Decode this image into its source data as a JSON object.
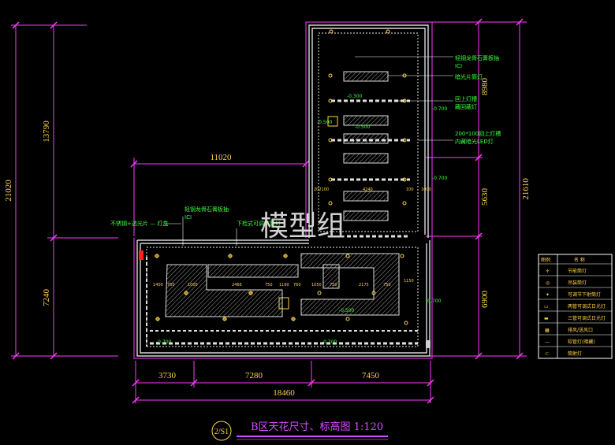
{
  "watermark": "模型组",
  "title": "B区天花尺寸、标高图 1:120",
  "sheet_no": "2/S1",
  "dimensions": {
    "left_total": "21020",
    "left_upper": "13790",
    "left_lower": "7240",
    "top_width": "11020",
    "right_total": "21610",
    "right_a": "8980",
    "right_b": "5630",
    "right_c": "6900",
    "bottom_a": "3730",
    "bottom_b": "7280",
    "bottom_c": "7450",
    "bottom_total": "18460"
  },
  "annotations": {
    "a1": "轻钢龙骨石膏板抽",
    "a1b": "ICI",
    "a2": "暗光片筒灯",
    "a3": "回上灯槽",
    "a3b": "藏回蔽灯",
    "a4": "200*100回上灯槽",
    "a4b": "内藏暗光LED灯",
    "b1": "轻钢龙骨石膏板抽",
    "b1b": "ICI",
    "b2": "下检式可调节筒灯",
    "b3": "不锈钢+透光片 — 灯盒",
    "lvl1": "-0.700",
    "lvl2": "-0.500",
    "lvl3": "-0.700",
    "lvl4": "-0.700",
    "lvl5": "-0.500",
    "lvl6": "-0.700",
    "lvl7": "-0.300"
  },
  "legend": {
    "header_symbol": "图例",
    "header_name": "名 称",
    "rows": [
      {
        "symbol": "✛",
        "name": "节能筒灯"
      },
      {
        "symbol": "◎",
        "name": "吊装筒灯"
      },
      {
        "symbol": "✦",
        "name": "可调节下射筒灯"
      },
      {
        "symbol": "▭",
        "name": "两管可调式日光灯"
      },
      {
        "symbol": "▬",
        "name": "三管可调式日光灯"
      },
      {
        "symbol": "▦",
        "name": "排风/送风口"
      },
      {
        "symbol": "—",
        "name": "软管灯(暗藏)"
      },
      {
        "symbol": "⊂",
        "name": "筒射灯"
      }
    ]
  },
  "colors": {
    "dim": "#ff3bff",
    "wall": "#ffffff",
    "text_yellow": "#ffd24a",
    "text_green": "#3bff3b"
  }
}
